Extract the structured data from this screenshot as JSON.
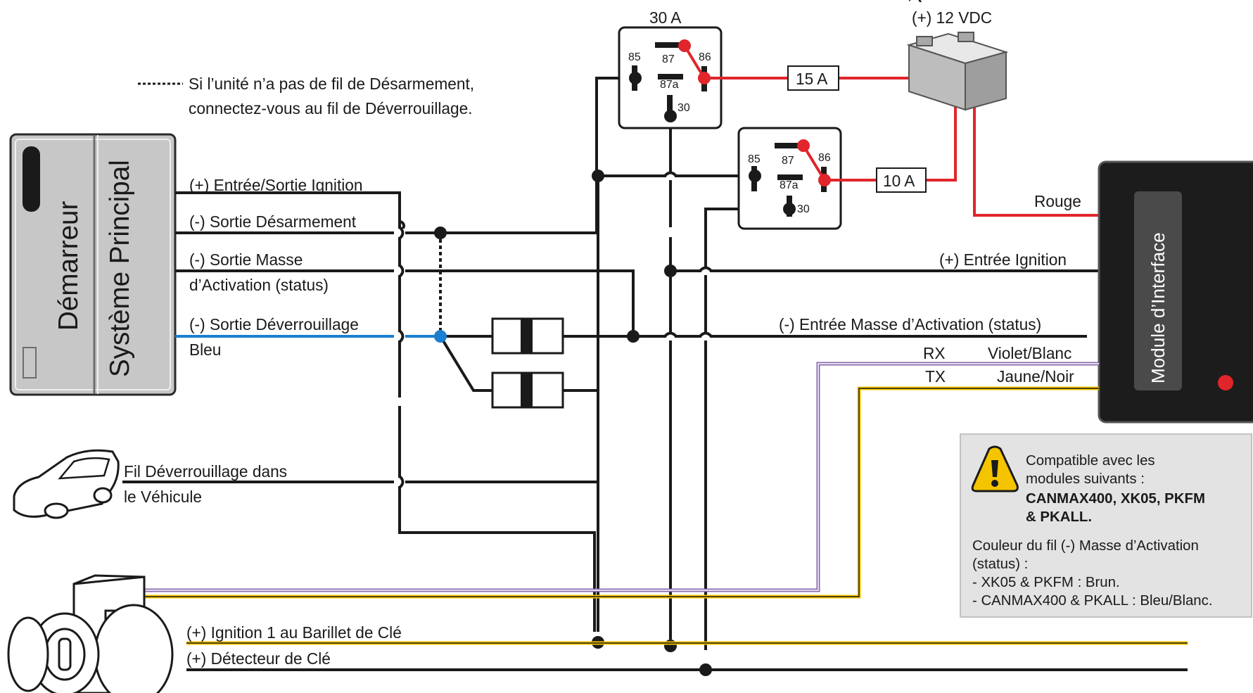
{
  "header_partial": ", (— —— ——— ———— ——————— ————), ——— ——————— —— ————————",
  "note": "Si l’unité n’a pas de fil de Désarmement, connectez-vous au fil de Déverrouillage.",
  "note_line1": "Si l’unité n’a pas de fil de Désarmement,",
  "note_line2": "connectez-vous au fil de Déverrouillage.",
  "starter": {
    "label_1": "Démarreur",
    "label_2": "Système Principal"
  },
  "wires_left": {
    "ignition": "(+) Entrée/Sortie Ignition",
    "disarm": "(-) Sortie Désarmement",
    "ground_1": "(-) Sortie Masse",
    "ground_2": "d’Activation (status)",
    "unlock": "(-) Sortie Déverrouillage",
    "unlock_color": "Bleu"
  },
  "relay_1": {
    "rating": "30 A",
    "pins": {
      "p85": "85",
      "p87": "87",
      "p86": "86",
      "p87a": "87a",
      "p30": "30"
    }
  },
  "relay_2": {
    "pins": {
      "p85": "85",
      "p87": "87",
      "p86": "86",
      "p87a": "87a",
      "p30": "30"
    }
  },
  "battery": {
    "label": "(+) 12 VDC"
  },
  "fuses": {
    "f1": "15 A",
    "f2": "10 A"
  },
  "module": {
    "label": "Module d’Interface",
    "wire_red": "Rouge",
    "wire_ignition": "(+) Entrée Ignition",
    "wire_status": "(-) Entrée Masse d’Activation (status)",
    "rx": "RX",
    "rx_color": "Violet/Blanc",
    "tx": "TX",
    "tx_color": "Jaune/Noir"
  },
  "vehicle": {
    "line1": "Fil Déverrouillage dans",
    "line2": "le Véhicule"
  },
  "key": {
    "ignition": "(+) Ignition 1 au Barillet de Clé",
    "detector": "(+) Détecteur de Clé"
  },
  "compat": {
    "line1": "Compatible avec les",
    "line2": "modules suivants :",
    "line3": "CANMAX400, XK05, PKFM",
    "line4": "& PKALL.",
    "line5": "Couleur du fil (-) Masse d’Activation",
    "line6": "(status) :",
    "line7": "- XK05 & PKFM : Brun.",
    "line8": "- CANMAX400 & PKALL : Bleu/Blanc."
  },
  "colors": {
    "red": "#e0252b",
    "blue": "#1a7fd0",
    "violet": "#8a6ab0",
    "yellow": "#f5c400",
    "black": "#1a1a1a",
    "module": "#1c1c1c",
    "starter": "#c7c7c7",
    "note_box": "#e3e3e3"
  },
  "icons": [
    "warning-icon",
    "car-icon",
    "ignition-key-icon",
    "battery-icon",
    "led-icon"
  ]
}
